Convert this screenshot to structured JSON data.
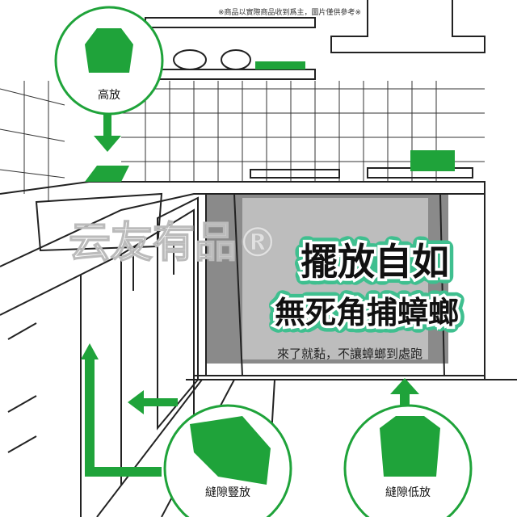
{
  "notice": "※商品以實際商品收到爲主，圖片僅供參考※",
  "watermark": "云友有品®",
  "headline": {
    "line1": "擺放自如",
    "line2": "無死角捕蟑螂",
    "tagline": "來了就黏，不讓蟑螂到處跑"
  },
  "placements": [
    {
      "label": "高放"
    },
    {
      "label": "縫隙豎放"
    },
    {
      "label": "縫隙低放"
    }
  ],
  "colors": {
    "accent": "#1fa33a",
    "outline": "#222222",
    "cabinet_gray": "#8a8a8a"
  }
}
